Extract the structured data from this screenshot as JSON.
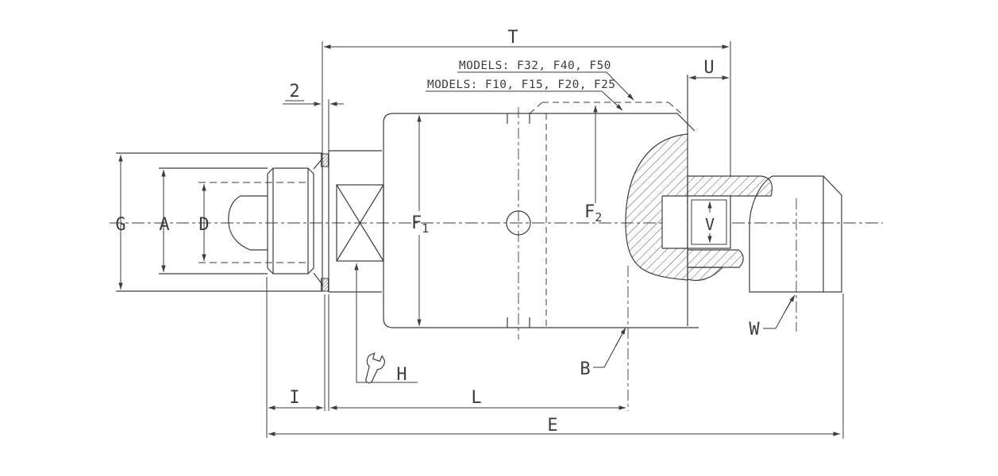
{
  "drawing": {
    "type": "technical-cross-section-drawing",
    "callouts": {
      "models_large": "MODELS: F32, F40, F50",
      "models_small": "MODELS: F10, F15, F20, F25"
    },
    "dimension_labels": {
      "t": "T",
      "u": "U",
      "offset2": "2",
      "g": "G",
      "a": "A",
      "d": "D",
      "f1_base": "F",
      "f1_sub": "1",
      "f2_base": "F",
      "f2_sub": "2",
      "v": "V",
      "w": "W",
      "b": "B",
      "h": "H",
      "i": "I",
      "l": "L",
      "e": "E"
    },
    "colors": {
      "line": "#3d3d3d",
      "background": "#ffffff"
    }
  }
}
